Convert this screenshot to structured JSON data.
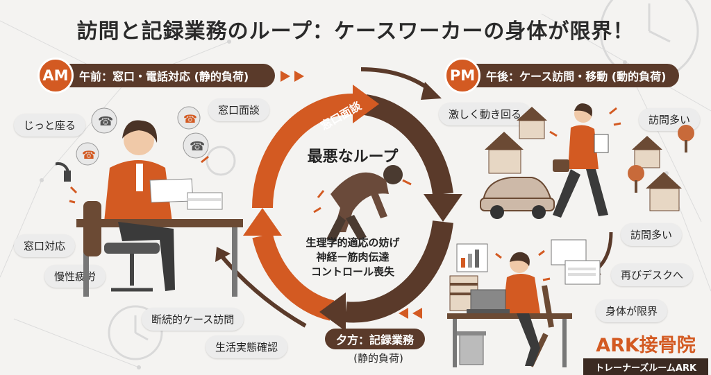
{
  "title": "訪問と記録業務のループ：ケースワーカーの身体が限界！",
  "am": {
    "badge": "AM",
    "label": "午前：窓口・電話対応 (静的負荷)",
    "pills": [
      "じっと座る",
      "窓口面談",
      "窓口対応",
      "慢性疲労",
      "断続的ケース訪問",
      "生活実態確認"
    ]
  },
  "pm": {
    "badge": "PM",
    "label": "午後：ケース訪問・移動 (動的負荷)",
    "pills": [
      "激しく動き回る",
      "訪問多い",
      "訪問多い",
      "再びデスクへ",
      "身体が限界"
    ]
  },
  "loop": {
    "arc_label": "窓口面談",
    "title": "最悪なループ",
    "lines": [
      "生理学的適応の妨げ",
      "神経ー筋肉伝達",
      "コントロール喪失"
    ]
  },
  "evening": {
    "label": "夕方：記録業務",
    "sub": "(静的負荷)"
  },
  "logo": {
    "main": "ARK接骨院",
    "sub": "トレーナーズルームARK"
  },
  "colors": {
    "accent": "#d35a22",
    "dark_brown": "#5a3a2a",
    "pill_bg": "#ececec"
  }
}
